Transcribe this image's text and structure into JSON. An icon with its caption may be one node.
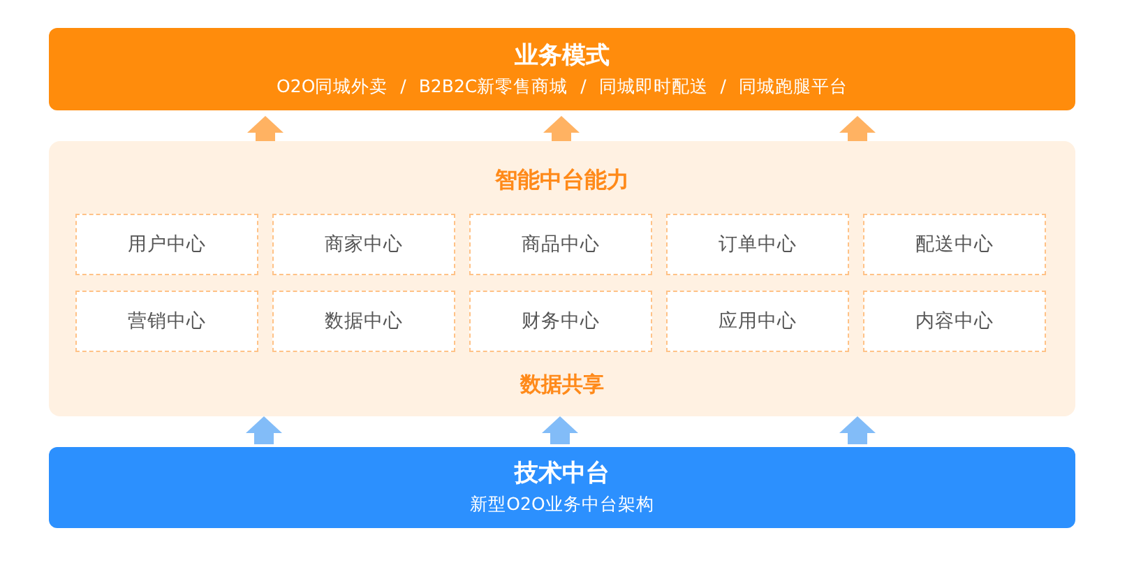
{
  "diagram": {
    "nodes": [
      {
        "text": [
          "业务模式",
          "O2O同城外卖 / B2B2C新零售商城 / 同城即时配送 / 同城跑腿平台"
        ]
      },
      {
        "text": [
          "智能中台能力",
          "数据共享"
        ]
      },
      {
        "text": [
          "用户中心"
        ],
        "in": 1
      },
      {
        "text": [
          "商家中心"
        ],
        "in": 1
      },
      {
        "text": [
          "商品中心"
        ],
        "in": 1
      },
      {
        "text": [
          "订单中心"
        ],
        "in": 1
      },
      {
        "text": [
          "配送中心"
        ],
        "in": 1
      },
      {
        "text": [
          "营销中心"
        ],
        "in": 1
      },
      {
        "text": [
          "数据中心"
        ],
        "in": 1
      },
      {
        "text": [
          "财务中心"
        ],
        "in": 1
      },
      {
        "text": [
          "应用中心"
        ],
        "in": 1
      },
      {
        "text": [
          "内容中心"
        ],
        "in": 1
      },
      {
        "text": [
          "技术中台",
          "新型O2O业务中台架构"
        ]
      }
    ],
    "edges": [
      {
        "from": 1,
        "to": 0,
        "arrow": "to",
        "color": "#ffb262"
      },
      {
        "from": 1,
        "to": 0,
        "arrow": "to",
        "color": "#ffb262"
      },
      {
        "from": 1,
        "to": 0,
        "arrow": "to",
        "color": "#ffb262"
      },
      {
        "from": 12,
        "to": 1,
        "arrow": "to",
        "color": "#82bcf8"
      },
      {
        "from": 12,
        "to": 1,
        "arrow": "to",
        "color": "#82bcf8"
      },
      {
        "from": 12,
        "to": 1,
        "arrow": "to",
        "color": "#82bcf8"
      }
    ]
  }
}
